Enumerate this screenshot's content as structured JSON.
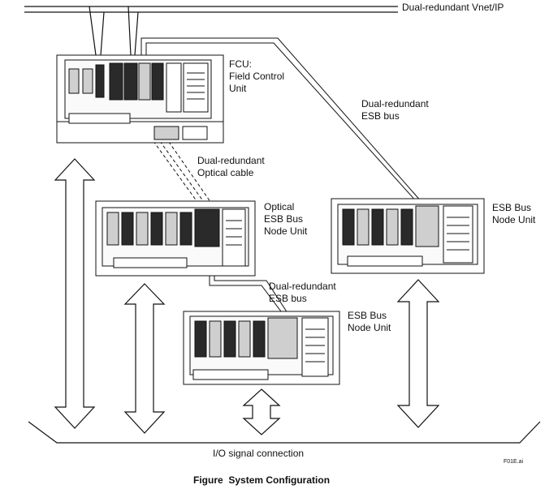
{
  "labels": {
    "network": "Dual-redundant Vnet/IP",
    "fcu_line1": "FCU:",
    "fcu_line2": "Field Control",
    "fcu_line3": "Unit",
    "esb_bus_top_line1": "Dual-redundant",
    "esb_bus_top_line2": "ESB bus",
    "optical_cable_line1": "Dual-redundant",
    "optical_cable_line2": "Optical cable",
    "optical_node_line1": "Optical",
    "optical_node_line2": "ESB Bus",
    "optical_node_line3": "Node Unit",
    "right_node_line1": "ESB Bus",
    "right_node_line2": "Node Unit",
    "esb_bus_mid_line1": "Dual-redundant",
    "esb_bus_mid_line2": "ESB bus",
    "bottom_node_line1": "ESB Bus",
    "bottom_node_line2": "Node Unit",
    "io_signal": "I/O signal connection",
    "file_id": "F01E.ai"
  },
  "caption": {
    "figure_word": "Figure",
    "title": "System Configuration"
  },
  "colors": {
    "line": "#111111",
    "background": "#ffffff",
    "module_fill": "#cfcfcf",
    "terminal_fill": "#2a2a2a"
  }
}
